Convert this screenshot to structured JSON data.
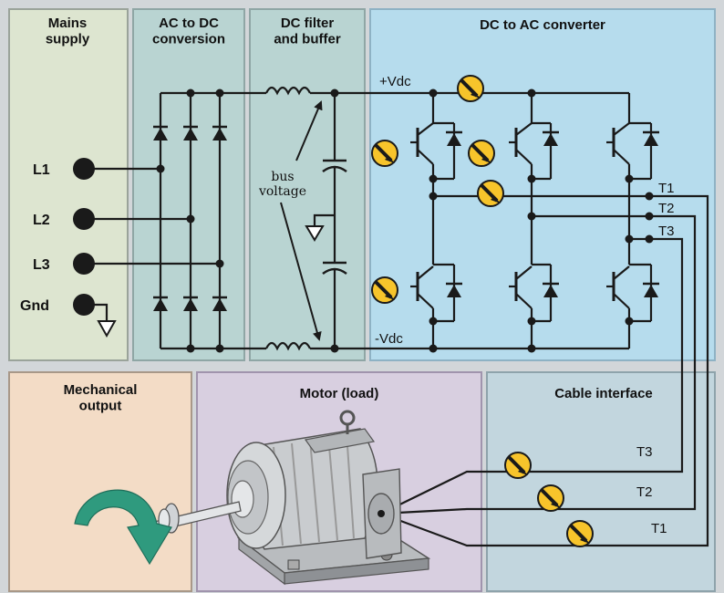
{
  "panels": {
    "mains": "Mains\nsupply",
    "acdc": "AC to DC\nconversion",
    "filter": "DC filter\nand buffer",
    "converter": "DC to AC converter",
    "mechanical": "Mechanical\noutput",
    "motor": "Motor (load)",
    "cable": "Cable interface"
  },
  "terminals": {
    "l1": "L1",
    "l2": "L2",
    "l3": "L3",
    "gnd": "Gnd"
  },
  "signals": {
    "vdc_pos": "+Vdc",
    "vdc_neg": "-Vdc",
    "bus_voltage": "bus\nvoltage",
    "t1": "T1",
    "t2": "T2",
    "t3": "T3",
    "cable_t1": "T1",
    "cable_t2": "T2",
    "cable_t3": "T3"
  },
  "colors": {
    "mains_panel": "#dde5d0",
    "acdc_panel": "#b9d4d2",
    "filter_panel": "#b9d4d2",
    "converter_panel": "#b6dced",
    "mechanical_panel": "#f3dcc6",
    "motor_panel": "#d8cfe0",
    "cable_panel": "#c2d6de",
    "probe_fill": "#f7c42b",
    "arrow_green": "#2f9a7e"
  }
}
